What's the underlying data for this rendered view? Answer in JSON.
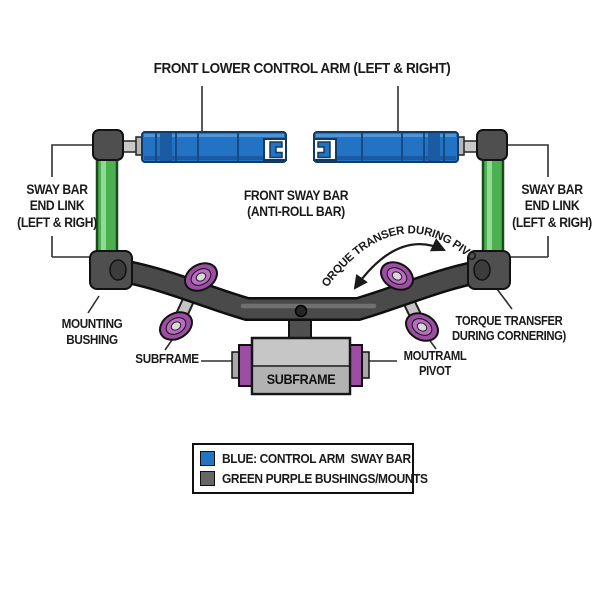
{
  "diagram": {
    "title": "FRONT LOWER CONTROL ARM (LEFT & RIGHT)",
    "labels": {
      "sway_bar_end_link_left": {
        "line1": "SWAY BAR",
        "line2": "END LINK",
        "line3": "(LEFT & RIGH)"
      },
      "sway_bar_end_link_right": {
        "line1": "SWAY BAR",
        "line2": "END LINK",
        "line3": "(LEFT & RIGH)"
      },
      "front_sway_bar": {
        "line1": "FRONT SWAY BAR",
        "line2": "(ANTI-ROLL BAR)"
      },
      "torque_pivot_curved": "TORQUE TRANSER DURING PIVOT",
      "mounting_bushing": {
        "line1": "MOUNTING",
        "line2": "BUSHING"
      },
      "subframe_pointer": "SUBFRAME",
      "subframe_box": "SUBFRAME",
      "torque_cornering": {
        "line1": "TORQUE TRANSFER",
        "line2": "DURING CORNERING)"
      },
      "moutraml_pivot": {
        "line1": "MOUTRAML",
        "line2": "PIVOT"
      }
    },
    "legend": {
      "items": [
        {
          "swatch": "blue-square",
          "swatch_color": "#2273c3",
          "label": "BLUE: CONTROL ARM  SWAY BAR"
        },
        {
          "swatch": "gray-square",
          "swatch_color": "#666666",
          "label": "GREEN PURPLE BUSHINGS/MOUNTS"
        }
      ]
    },
    "colors": {
      "control_arm_blue": "#2273c3",
      "control_arm_shade": "#1b5ba3",
      "end_link_green": "#4caf50",
      "bushing_purple": "#9c4fa2",
      "sway_bar_gray": "#4a4a4a",
      "subframe_gray": "#c6c6c6",
      "hardware_silver": "#c4c4c4",
      "text": "#1a1a1a"
    }
  }
}
